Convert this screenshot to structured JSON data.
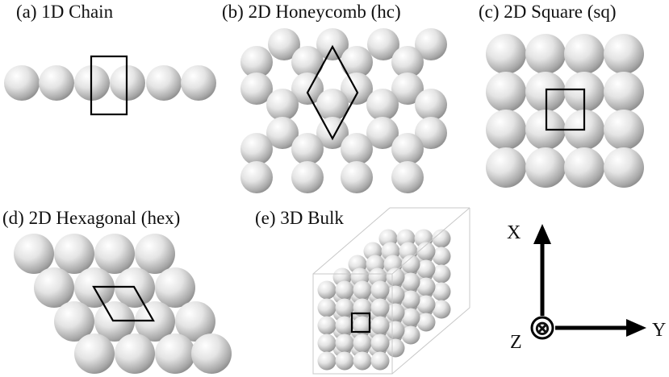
{
  "panels": {
    "a": {
      "label": "(a) 1D Chain"
    },
    "b": {
      "label": "(b) 2D Honeycomb (hc)"
    },
    "c": {
      "label": "(c) 2D Square (sq)"
    },
    "d": {
      "label": "(d) 2D Hexagonal (hex)"
    },
    "e": {
      "label": "(e) 3D Bulk"
    }
  },
  "axes": {
    "x_label": "X",
    "y_label": "Y",
    "z_label": "Z",
    "z_symbol": "⊗"
  },
  "colors": {
    "sphere_light": "#ffffff",
    "sphere_mid": "#d9d9d9",
    "sphere_dark": "#8c8c8c",
    "cell_outline": "#000000"
  }
}
